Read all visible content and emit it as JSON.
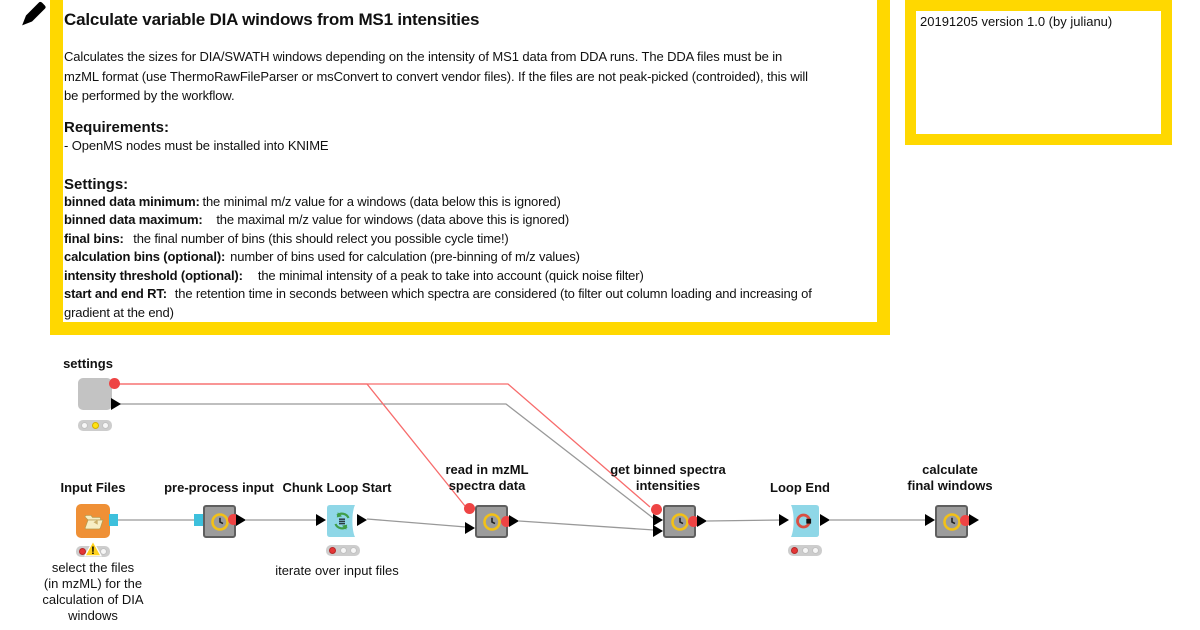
{
  "annotation_main": {
    "title": "Calculate variable DIA windows from MS1 intensities",
    "description": "Calculates the sizes for DIA/SWATH windows depending on the intensity of MS1 data from DDA runs. The DDA files must be in\nmzML format (use ThermoRawFileParser or msConvert to convert vendor files). If the files are not peak-picked (controided), this will\nbe performed by the workflow.",
    "requirements_heading": "Requirements:",
    "requirement_1": "- OpenMS nodes must be installed into KNIME",
    "settings_heading": "Settings:",
    "settings": [
      {
        "label": "binned data minimum:",
        "desc": "\tthe minimal m/z value for a windows (data below this is ignored)"
      },
      {
        "label": "binned data maximum:",
        "desc": "\tthe maximal m/z value for windows (data above this is ignored)"
      },
      {
        "label": "final bins:",
        "desc": "\tthe final number of bins (this should relect you possible cycle time!)"
      },
      {
        "label": "calculation bins (optional):",
        "desc": "\tnumber of bins used for calculation (pre-binning of m/z values)"
      },
      {
        "label": "intensity threshold (optional):",
        "desc": "\tthe minimal intensity of a peak to take into account (quick noise filter)"
      },
      {
        "label": "start and end RT:",
        "desc": "\tthe retention time in seconds between which spectra are considered (to filter out column loading and increasing of\ngradient at the end)"
      }
    ]
  },
  "annotation_version": {
    "text": "20191205 version 1.0 (by julianu)"
  },
  "workflow": {
    "nodes": {
      "settings": {
        "label": "settings",
        "status": "configured"
      },
      "input_files": {
        "label": "Input Files",
        "caption": "select the files\n(in mzML) for the\ncalculation of DIA\nwindows",
        "status": "not-configured-warning"
      },
      "preprocess": {
        "label": "pre-process input"
      },
      "chunk_loop_start": {
        "label": "Chunk Loop Start",
        "caption": "iterate over input files",
        "status": "not-configured"
      },
      "read_mzml": {
        "label": "read in mzML\nspectra data"
      },
      "get_binned": {
        "label": "get binned spectra\nintensities"
      },
      "loop_end": {
        "label": "Loop End",
        "status": "not-configured"
      },
      "calc_final": {
        "label": "calculate\nfinal windows"
      }
    }
  },
  "colors": {
    "annotation-yellow": "#ffd800",
    "node-gray": "#9c9c9c",
    "metanode-gray": "#c3c3c3",
    "loop-cyan": "#8fd7e7",
    "orange": "#ef9036",
    "port-cyan": "#3dc0dc",
    "port-red": "#ee4444",
    "wire-red": "#f76c6c",
    "wire-gray": "#999999",
    "traffic-red": "#e53535",
    "traffic-yellow": "#ffe312"
  }
}
